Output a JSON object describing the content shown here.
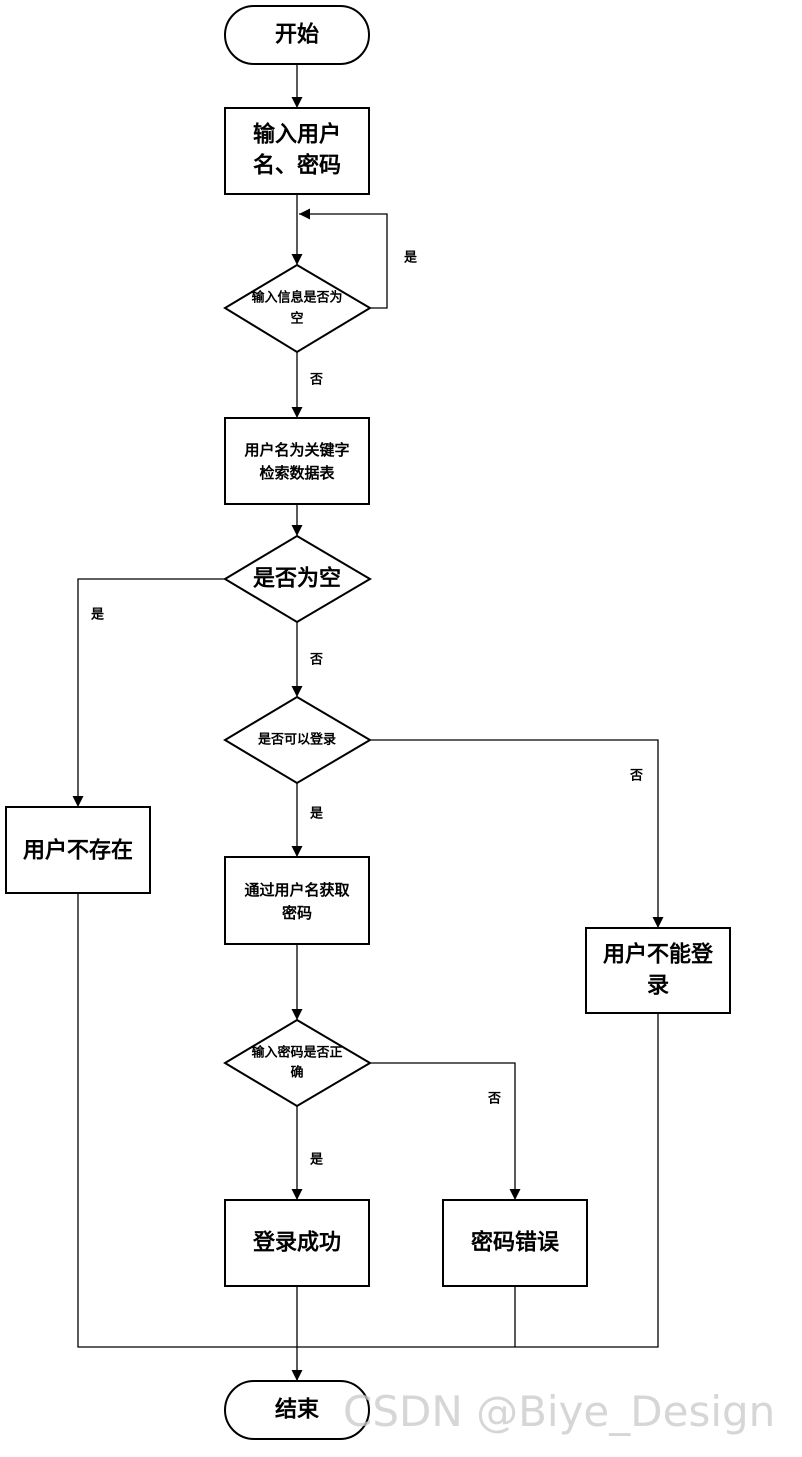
{
  "nodes": {
    "start": "开始",
    "input_credentials": [
      "输入用户",
      "名、密码"
    ],
    "check_input_empty": [
      "输入信息是否为",
      "空"
    ],
    "search_db": [
      "用户名为关键字",
      "检索数据表"
    ],
    "check_empty": "是否为空",
    "check_can_login": "是否可以登录",
    "user_not_exist": "用户不存在",
    "get_password": [
      "通过用户名获取",
      "密码"
    ],
    "user_cannot_login": [
      "用户不能登",
      "录"
    ],
    "check_password": [
      "输入密码是否正",
      "确"
    ],
    "login_success": "登录成功",
    "password_error": "密码错误",
    "end": "结束"
  },
  "labels": {
    "yes": "是",
    "no": "否"
  },
  "watermark": "CSDN @Biye_Design"
}
